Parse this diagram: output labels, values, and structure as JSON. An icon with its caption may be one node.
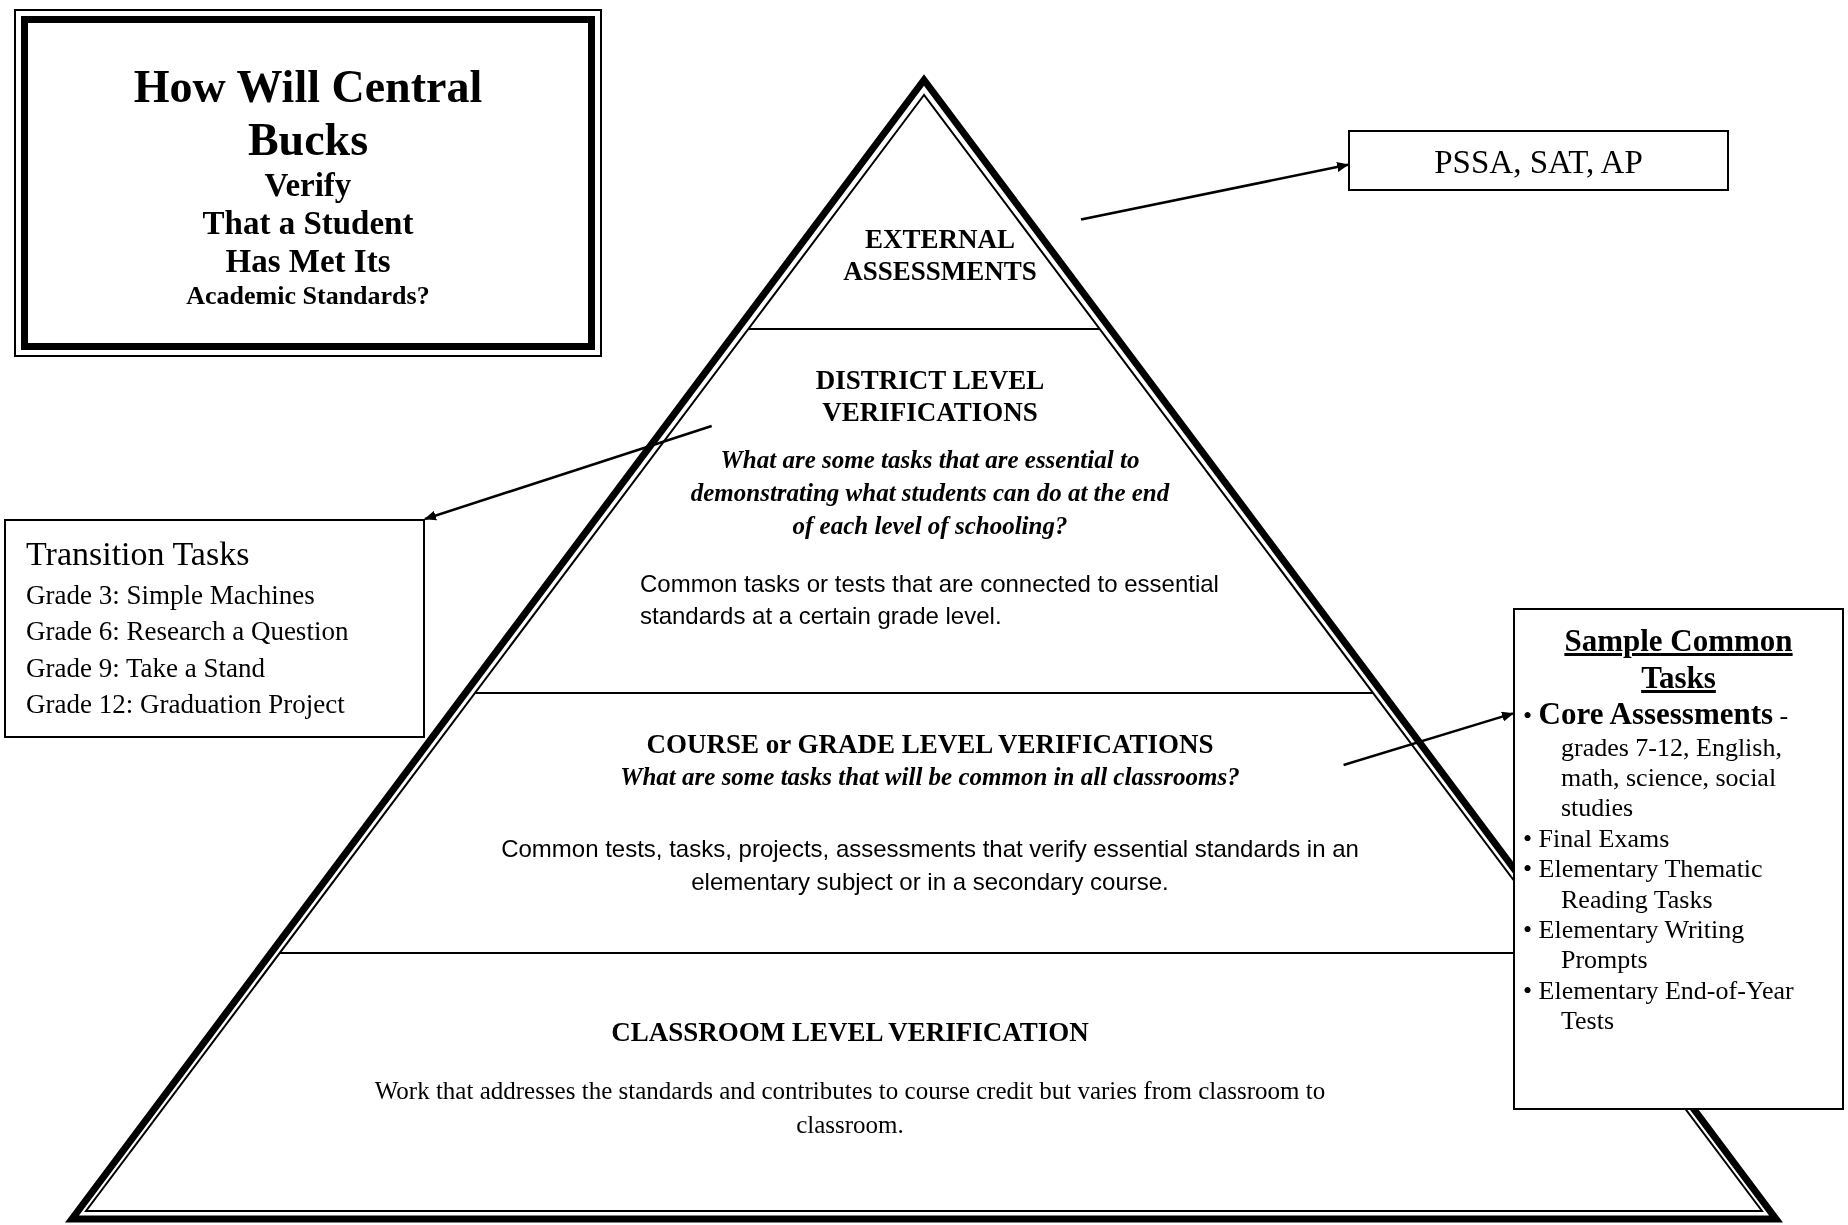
{
  "diagram": {
    "nodes": [
      {
        "text": [
          "How Will Central Bucks",
          "Verify",
          "That a Student",
          "Has Met Its",
          "Academic Standards?"
        ]
      },
      {
        "text": [
          "EXTERNAL ASSESSMENTS"
        ]
      },
      {
        "text": [
          "DISTRICT LEVEL VERIFICATIONS",
          "What are some tasks that are essential to demonstrating what students can do at the end of each level of schooling?",
          "Common tasks or tests that are connected to essential standards at a certain grade level."
        ]
      },
      {
        "text": [
          "COURSE or GRADE LEVEL VERIFICATIONS",
          "What are some tasks that will be common in all classrooms?",
          "Common tests, tasks, projects, assessments that verify essential standards in an elementary subject or in a secondary course."
        ]
      },
      {
        "text": [
          "CLASSROOM LEVEL VERIFICATION",
          "Work that addresses the standards and contributes to course credit but varies from classroom to classroom."
        ]
      },
      {
        "text": [
          "PSSA, SAT, AP"
        ]
      },
      {
        "text": [
          "Transition Tasks",
          "Grade 3: Simple Machines",
          "Grade 6: Research a Question",
          "Grade 9: Take a Stand",
          "Grade 12: Graduation Project"
        ]
      },
      {
        "text": [
          "Sample Common Tasks",
          "• **Core Assessments** - grades 7-12, English, math, science, social studies",
          "• Final Exams",
          "• Elementary Thematic Reading Tasks",
          "• Elementary Writing Prompts",
          "• Elementary End-of-Year Tests"
        ]
      }
    ],
    "edges": [
      {
        "from": 1,
        "to": 5,
        "arrow": "to"
      },
      {
        "from": 2,
        "to": 6,
        "arrow": "to"
      },
      {
        "from": 3,
        "to": 7,
        "arrow": "to"
      }
    ]
  }
}
